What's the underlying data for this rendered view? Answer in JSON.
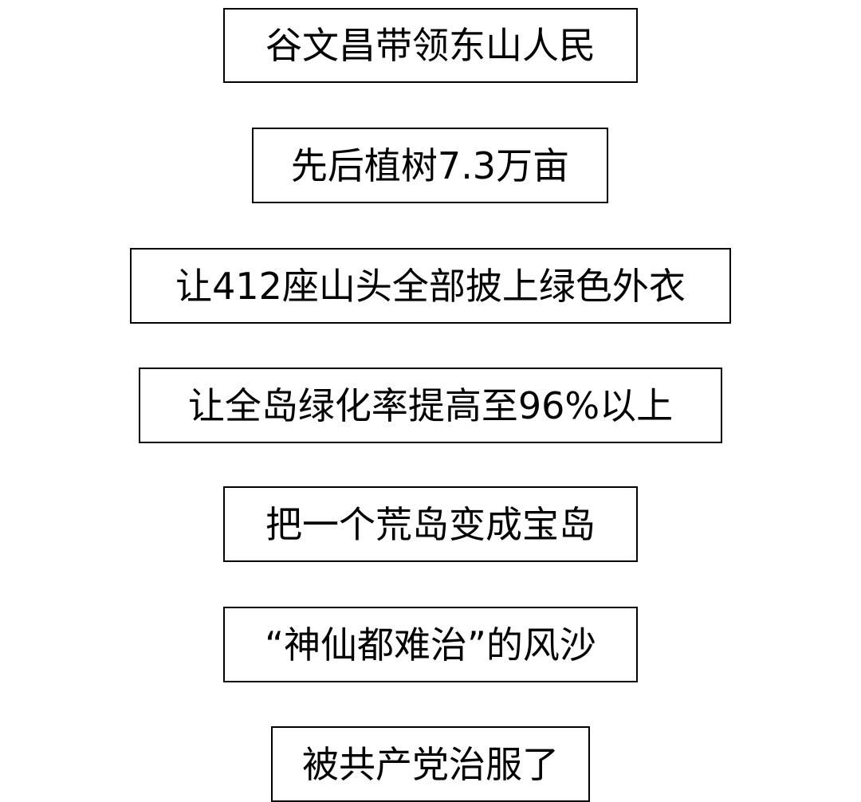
{
  "boxes": [
    {
      "text": "谷文昌带领东山人民"
    },
    {
      "text": "先后植树7.3万亩"
    },
    {
      "text": "让412座山头全部披上绿色外衣"
    },
    {
      "text": "让全岛绿化率提高至96%以上"
    },
    {
      "text": "把一个荒岛变成宝岛"
    },
    {
      "text": "“神仙都难治”的风沙"
    },
    {
      "text": "被共产党治服了"
    }
  ]
}
